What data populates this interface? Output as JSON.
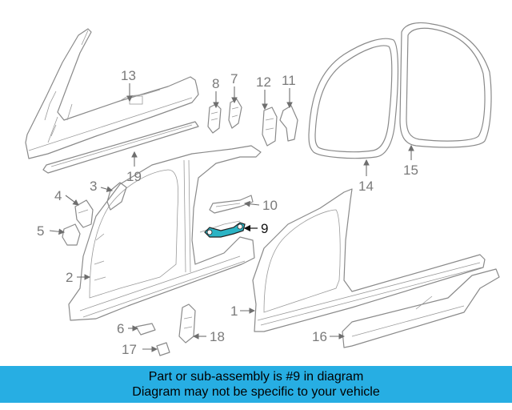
{
  "callouts": {
    "c1": "1",
    "c2": "2",
    "c3": "3",
    "c4": "4",
    "c5": "5",
    "c6": "6",
    "c7": "7",
    "c8": "8",
    "c9": "9",
    "c10": "10",
    "c11": "11",
    "c12": "12",
    "c13": "13",
    "c14": "14",
    "c15": "15",
    "c16": "16",
    "c17": "17",
    "c18": "18",
    "c19": "19"
  },
  "highlighted_part": "9",
  "highlight_color": "#2bb3c4",
  "banner": {
    "line1": "Part or sub-assembly is #9 in diagram",
    "line2": "Diagram may not be specific to your vehicle",
    "background": "#27aee3"
  }
}
